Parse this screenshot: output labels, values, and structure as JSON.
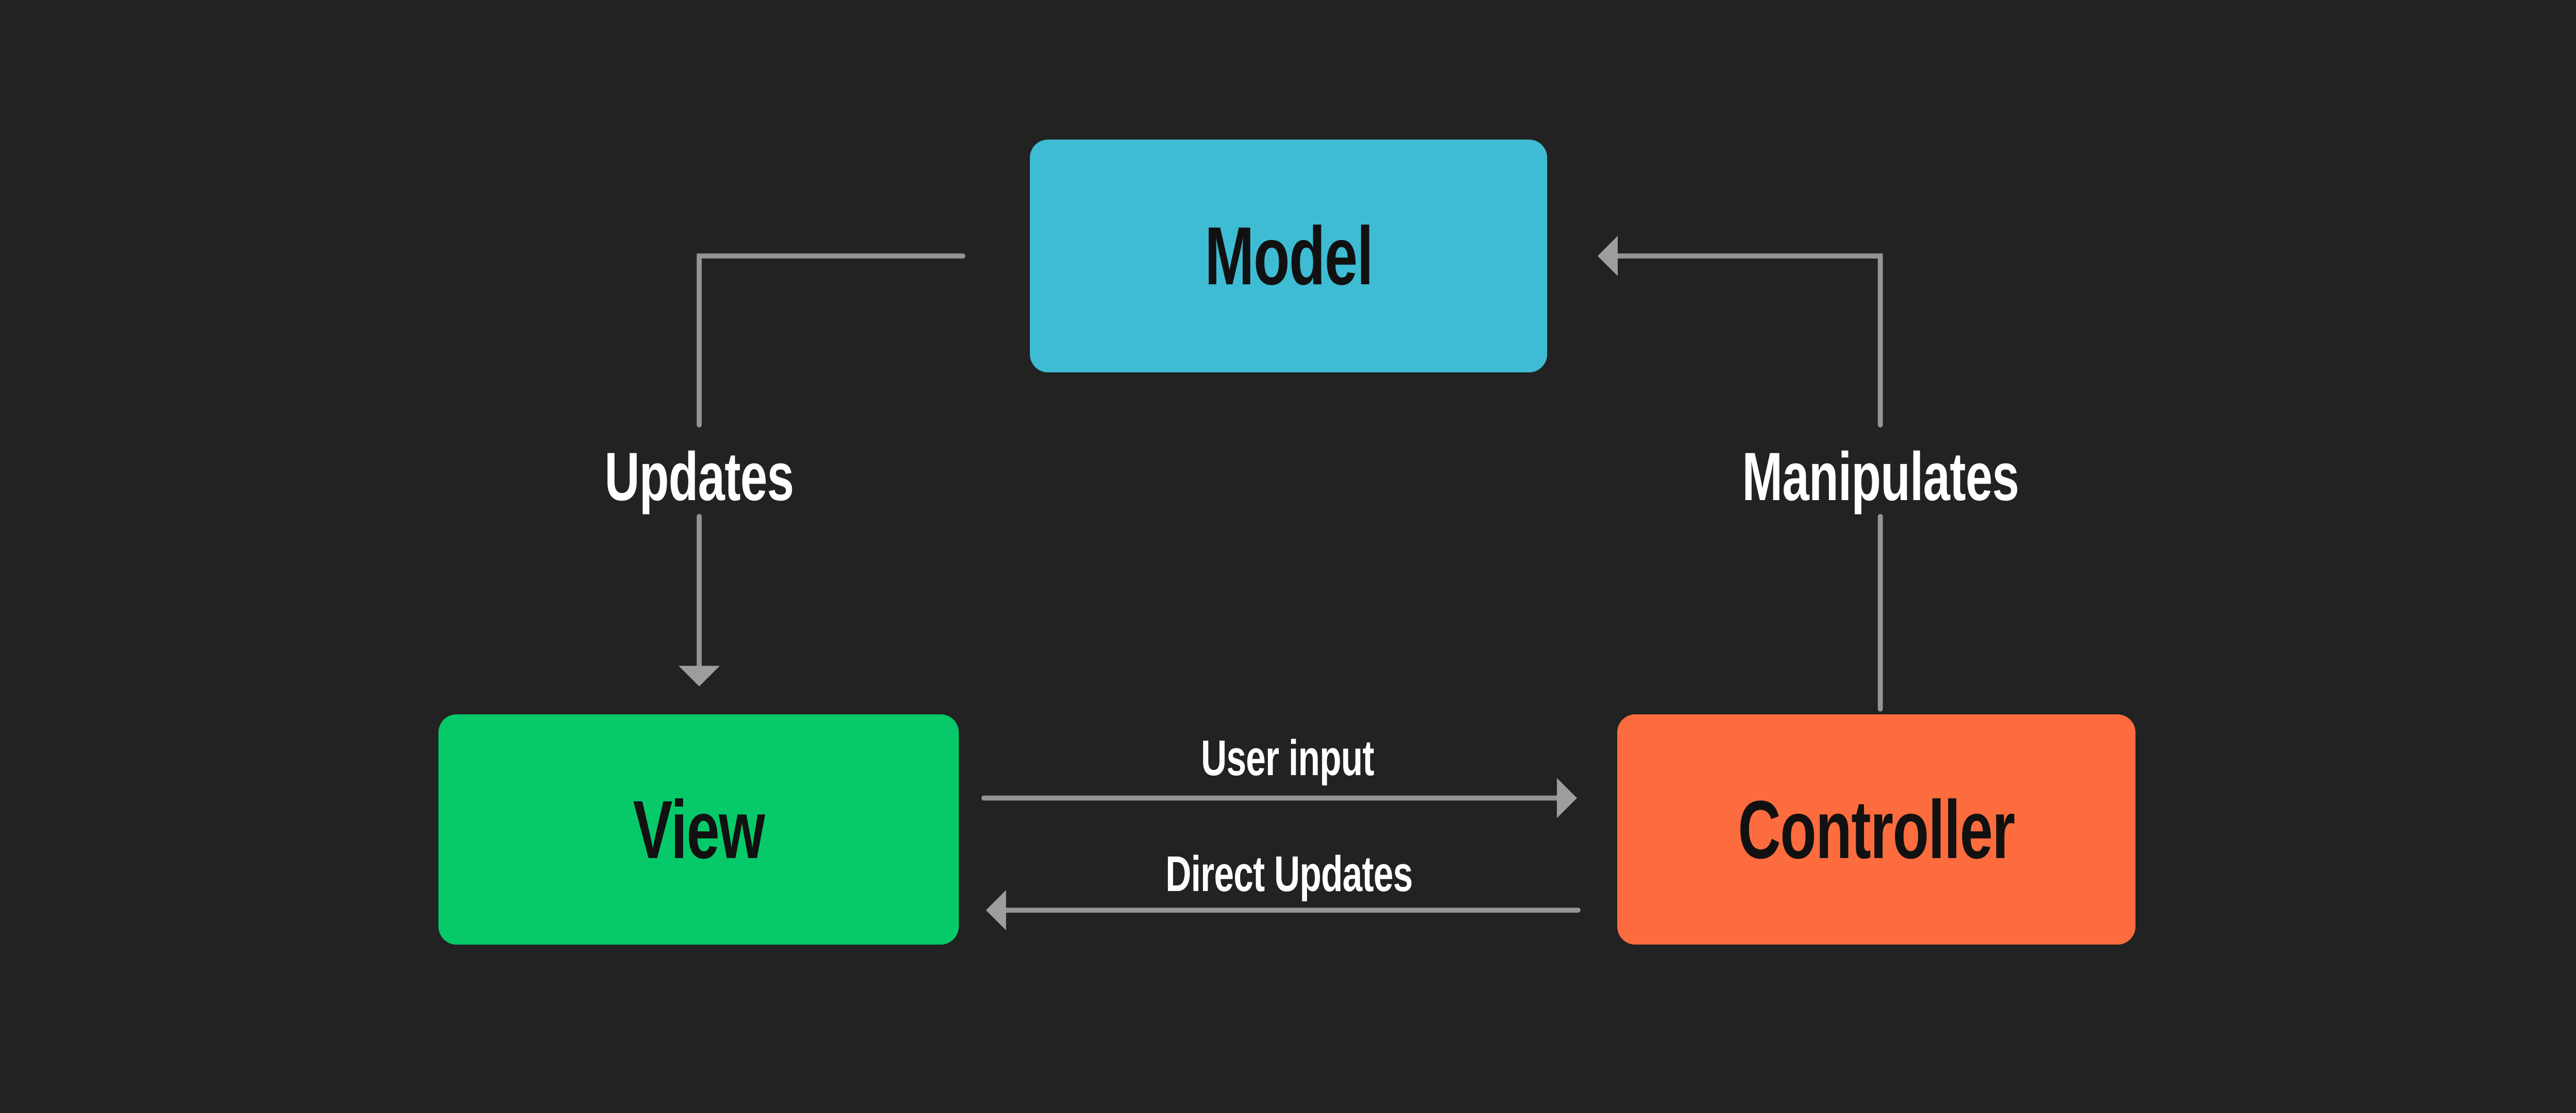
{
  "colors": {
    "background": "#222222",
    "connector": "#949494",
    "arrowhead": "#9D9D9D",
    "node_label_text": "#111111",
    "flow_label_text": "#FFFFFF",
    "model_fill": "#3EBCD3",
    "view_fill": "#06CA69",
    "controller_fill": "#FC6C3E"
  },
  "diagram": {
    "type": "flowchart",
    "nodes": {
      "model": {
        "label": "Model"
      },
      "view": {
        "label": "View"
      },
      "controller": {
        "label": "Controller"
      }
    },
    "edges": {
      "updates": {
        "label": "Updates",
        "from": "Model",
        "to": "View"
      },
      "manipulates": {
        "label": "Manipulates",
        "from": "Controller",
        "to": "Model"
      },
      "user_input": {
        "label": "User input",
        "from": "View",
        "to": "Controller"
      },
      "direct_updates": {
        "label": "Direct Updates",
        "from": "Controller",
        "to": "View"
      }
    }
  }
}
